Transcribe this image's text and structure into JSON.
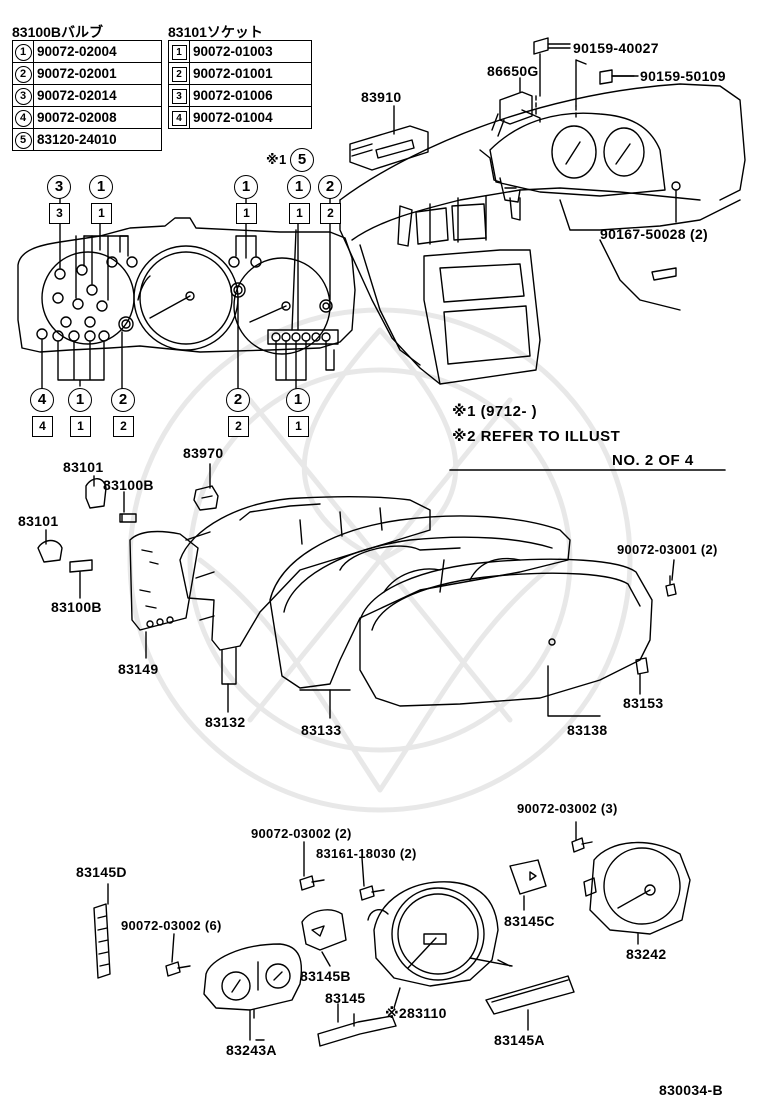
{
  "tables": {
    "bulb": {
      "header": "83100Bバルブ",
      "rows": [
        {
          "key": "1",
          "part": "90072-02004"
        },
        {
          "key": "2",
          "part": "90072-02001"
        },
        {
          "key": "3",
          "part": "90072-02014"
        },
        {
          "key": "4",
          "part": "90072-02008"
        },
        {
          "key": "5",
          "part": "83120-24010"
        }
      ]
    },
    "socket": {
      "header": "83101ソケット",
      "rows": [
        {
          "key": "1",
          "part": "90072-01003"
        },
        {
          "key": "2",
          "part": "90072-01001"
        },
        {
          "key": "3",
          "part": "90072-01006"
        },
        {
          "key": "4",
          "part": "90072-01004"
        }
      ]
    }
  },
  "notes": {
    "n1": "※1 (9712-     )",
    "n2": "※2 REFER TO ILLUST",
    "n3": "NO. 2 OF 4",
    "marker": "※1"
  },
  "callouts": {
    "top_circle": [
      "3",
      "1",
      "1",
      "1",
      "5",
      "2"
    ],
    "top_square": [
      "3",
      "1",
      "1",
      "1",
      "2"
    ],
    "bottom_circle": [
      "4",
      "1",
      "2",
      "2",
      "1"
    ],
    "bottom_square": [
      "4",
      "1",
      "2",
      "2",
      "1"
    ]
  },
  "labels": {
    "p90159_40027": "90159-40027",
    "p86650G": "86650G",
    "p90159_50109": "90159-50109",
    "p83910": "83910",
    "p90167_50028": "90167-50028 (2)",
    "p83101_a": "83101",
    "p83970": "83970",
    "p83100B_a": "83100B",
    "p83101_b": "83101",
    "p83100B_b": "83100B",
    "p90072_03001": "90072-03001 (2)",
    "p83149": "83149",
    "p83132": "83132",
    "p83133": "83133",
    "p83138": "83138",
    "p83153": "83153",
    "p90072_03002_3": "90072-03002 (3)",
    "p90072_03002_2": "90072-03002 (2)",
    "p83161_18030": "83161-18030 (2)",
    "p83145D": "83145D",
    "p83145C": "83145C",
    "p83242": "83242",
    "p90072_03002_6": "90072-03002 (6)",
    "p83145B": "83145B",
    "p83145": "83145",
    "p283110": "※283110",
    "p83145A": "83145A",
    "p83243A": "83243A",
    "diagram_code": "830034-B"
  }
}
